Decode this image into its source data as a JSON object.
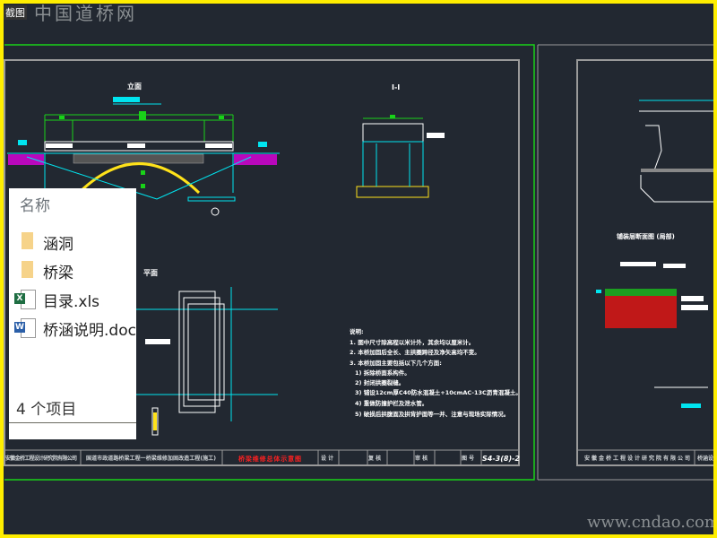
{
  "screenshot_label": "截图",
  "watermark_top": "中国道桥网",
  "watermark_bottom": "www.cndao.com",
  "explorer": {
    "column_header": "名称",
    "items": [
      {
        "name": "涵洞",
        "type": "folder"
      },
      {
        "name": "桥梁",
        "type": "folder"
      },
      {
        "name": "目录.xls",
        "type": "excel"
      },
      {
        "name": "桥涵说明.doc",
        "type": "word"
      }
    ],
    "status": "4 个项目"
  },
  "drawing": {
    "elevation_title": "立面",
    "section_title": "I-I",
    "plan_title": "平面",
    "notes": [
      "说明:",
      "1. 图中尺寸除高程以米计外，其余均以厘米计。",
      "2. 本桥加固后全长、主拱圈跨径及净矢高均不变。",
      "3. 本桥加固主要包括以下几个方面:",
      "1) 拆除桥面系构件。",
      "2) 封闭拱圈裂缝。",
      "3) 铺设12cm厚C40防水混凝土+10cmAC-13C沥青混凝土。",
      "4) 重做防撞护栏及泄水管。",
      "5) 破损后拱腹面及拱背护面等一并、注意与现场实际情况。"
    ],
    "title_block": {
      "company": "安徽金桥工程设计研究院有限公司",
      "project": "国道市政道路桥梁工程一桥梁维修加固改造工程(施工)",
      "drawing_name": "桥梁维修总体示意图",
      "design": "设 计",
      "review": "复 核",
      "approve": "审 核",
      "drawing_no_label": "图 号",
      "drawing_no": "S4-3(8)-2"
    },
    "right_sheet": {
      "detail_title": "铺装层断面图 (局部)",
      "company": "安徽金桥工程设计研究院有限公司",
      "partial": "桥涵设"
    }
  },
  "colors": {
    "background": "#222831",
    "frame": "#19d219",
    "structure": "#00e5f0",
    "arch": "#ffe21a",
    "soil": "#e000e0",
    "title_red": "#ff2020"
  }
}
